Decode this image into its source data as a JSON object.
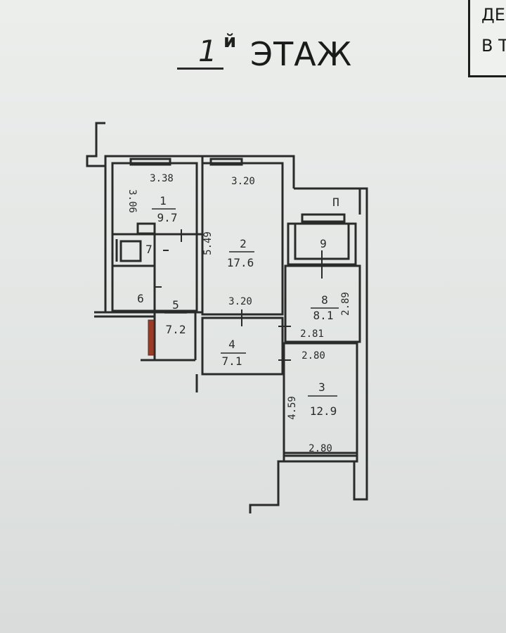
{
  "header": {
    "floor_number": "1",
    "floor_suffix": "й",
    "floor_word": "ЭТАЖ"
  },
  "stamp": {
    "line1": "ДЕ",
    "line2": "В Т"
  },
  "rooms": [
    {
      "number": "1",
      "area": "9.7"
    },
    {
      "number": "2",
      "area": "17.6"
    },
    {
      "number": "3",
      "area": "12.9"
    },
    {
      "number": "4",
      "area": "7.1"
    },
    {
      "number": "5",
      "area": "7.2"
    },
    {
      "number": "6",
      "area": ""
    },
    {
      "number": "7",
      "area": ""
    },
    {
      "number": "8",
      "area": "8.1"
    },
    {
      "number": "9",
      "area": ""
    }
  ],
  "dimensions": {
    "room1_width": "3.38",
    "room1_depth": "3.06",
    "room2_width": "3.20",
    "room2_depth": "5.49",
    "room2_bottom_width": "3.20",
    "room8_depth": "2.89",
    "room8_width": "2.81",
    "room3_top_width": "2.80",
    "room3_depth": "4.59",
    "room3_bottom_width": "2.80"
  },
  "balcony_label": "П"
}
